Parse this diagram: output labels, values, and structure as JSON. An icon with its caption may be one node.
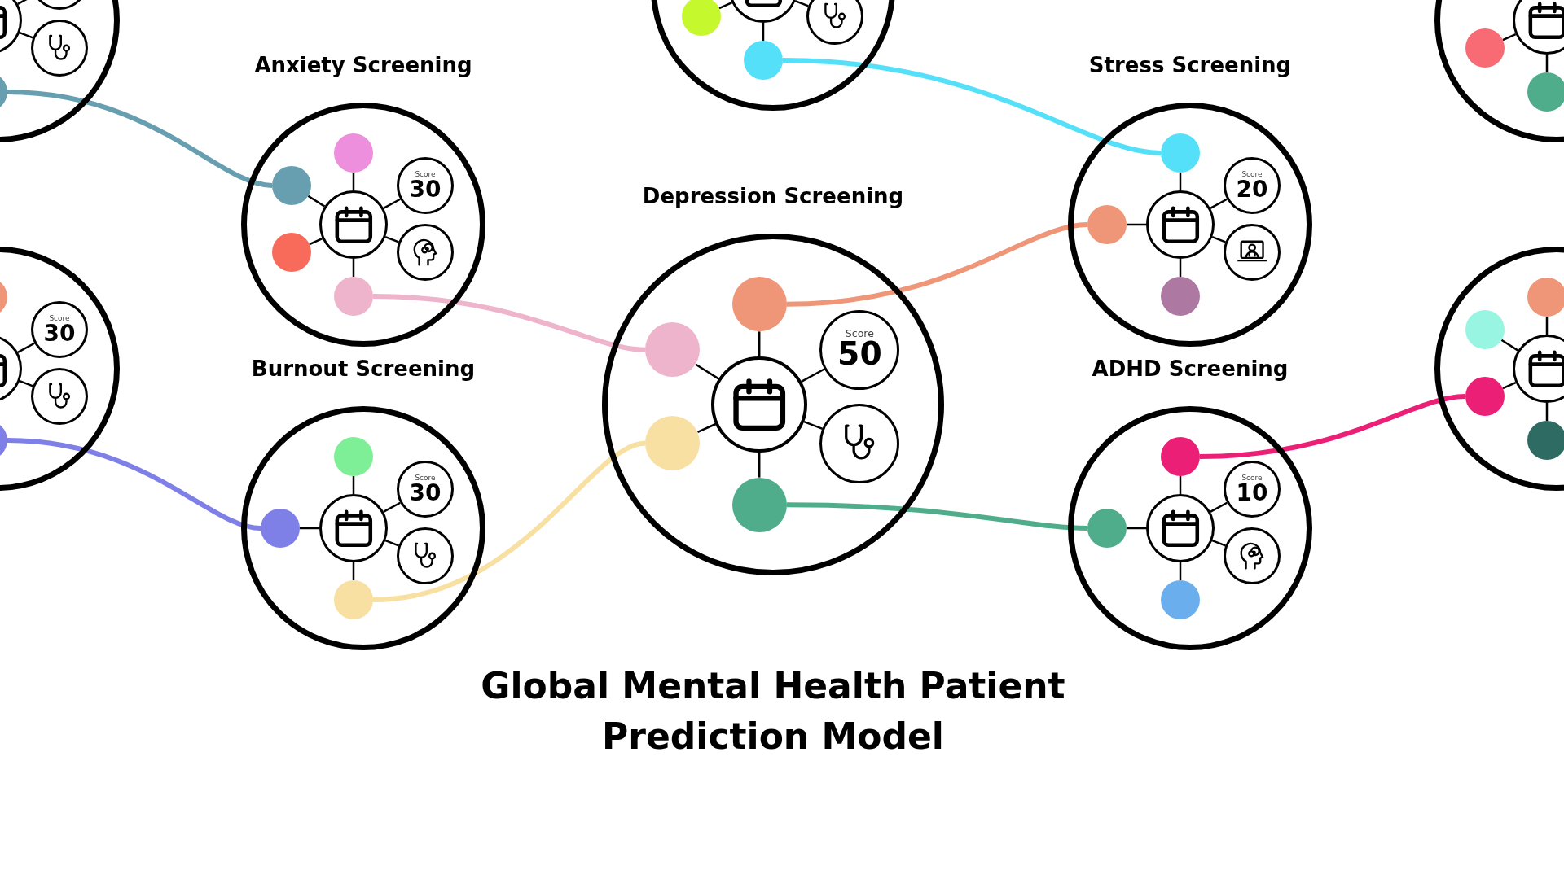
{
  "diagram": {
    "title": "Global Mental Health Patient Prediction Model",
    "nodes": [
      {
        "text": [],
        "shape": "circle"
      },
      {
        "text": [],
        "shape": "circle",
        "in": 0
      },
      {
        "text": [],
        "shape": "circle",
        "in": 0
      },
      {
        "text": [],
        "shape": "circle",
        "in": 0
      },
      {
        "text": [],
        "shape": "circle",
        "in": 0
      },
      {
        "text": [
          "Anxiety Screening"
        ]
      },
      {
        "text": [],
        "shape": "circle",
        "in": 5
      },
      {
        "text": [],
        "shape": "circle",
        "in": 5
      },
      {
        "text": [],
        "shape": "circle",
        "in": 5
      },
      {
        "text": [],
        "shape": "circle",
        "in": 5
      },
      {
        "text": [],
        "shape": "circle",
        "in": 5
      },
      {
        "text": [
          "Score",
          "30"
        ],
        "in": 5
      },
      {
        "text": [],
        "shape": "circle",
        "in": 5
      },
      {
        "text": [],
        "shape": "circle"
      },
      {
        "text": [],
        "shape": "circle",
        "in": 13
      },
      {
        "text": [],
        "shape": "circle",
        "in": 13
      },
      {
        "text": [
          "Score",
          "30"
        ],
        "in": 13
      },
      {
        "text": [],
        "shape": "circle",
        "in": 13
      },
      {
        "text": [],
        "shape": "circle",
        "in": 13
      },
      {
        "text": [
          "Burnout Screening"
        ]
      },
      {
        "text": [],
        "shape": "circle",
        "in": 19
      },
      {
        "text": [],
        "shape": "circle",
        "in": 19
      },
      {
        "text": [],
        "shape": "circle",
        "in": 19
      },
      {
        "text": [],
        "shape": "circle",
        "in": 19
      },
      {
        "text": [
          "Score",
          "30"
        ],
        "in": 19
      },
      {
        "text": [],
        "shape": "circle",
        "in": 19
      },
      {
        "text": [],
        "shape": "circle"
      },
      {
        "text": [],
        "shape": "circle",
        "in": 26
      },
      {
        "text": [],
        "shape": "circle",
        "in": 26
      },
      {
        "text": [],
        "shape": "circle",
        "in": 26
      },
      {
        "text": [],
        "shape": "circle",
        "in": 26
      },
      {
        "text": [
          "Depression Screening"
        ]
      },
      {
        "text": [],
        "shape": "circle",
        "in": 31
      },
      {
        "text": [],
        "shape": "circle",
        "in": 31
      },
      {
        "text": [],
        "shape": "circle",
        "in": 31
      },
      {
        "text": [],
        "shape": "circle",
        "in": 31
      },
      {
        "text": [],
        "shape": "circle",
        "in": 31
      },
      {
        "text": [
          "Score",
          "50"
        ],
        "in": 31
      },
      {
        "text": [],
        "shape": "circle",
        "in": 31
      },
      {
        "text": [
          "Stress Screening"
        ]
      },
      {
        "text": [],
        "shape": "circle",
        "in": 39
      },
      {
        "text": [],
        "shape": "circle",
        "in": 39
      },
      {
        "text": [],
        "shape": "circle",
        "in": 39
      },
      {
        "text": [],
        "shape": "circle",
        "in": 39
      },
      {
        "text": [
          "Score",
          "20"
        ],
        "in": 39
      },
      {
        "text": [],
        "shape": "circle",
        "in": 39
      },
      {
        "text": [
          "ADHD Screening"
        ]
      },
      {
        "text": [],
        "shape": "circle",
        "in": 46
      },
      {
        "text": [],
        "shape": "circle",
        "in": 46
      },
      {
        "text": [],
        "shape": "circle",
        "in": 46
      },
      {
        "text": [],
        "shape": "circle",
        "in": 46
      },
      {
        "text": [
          "Score",
          "10"
        ],
        "in": 46
      },
      {
        "text": [],
        "shape": "circle",
        "in": 46
      },
      {
        "text": [],
        "shape": "circle"
      },
      {
        "text": [],
        "shape": "circle",
        "in": 53
      },
      {
        "text": [],
        "shape": "circle",
        "in": 53
      },
      {
        "text": [],
        "shape": "circle",
        "in": 53
      },
      {
        "text": [],
        "shape": "circle"
      },
      {
        "text": [],
        "shape": "circle",
        "in": 57
      },
      {
        "text": [],
        "shape": "circle",
        "in": 57
      },
      {
        "text": [],
        "shape": "circle",
        "in": 57
      },
      {
        "text": [],
        "shape": "circle",
        "in": 57
      },
      {
        "text": [],
        "shape": "circle",
        "in": 57
      }
    ],
    "edges": [
      {
        "from": 1,
        "to": 2,
        "arrow": "none"
      },
      {
        "from": 1,
        "to": 3,
        "arrow": "none"
      },
      {
        "from": 6,
        "to": 7,
        "arrow": "none"
      },
      {
        "from": 6,
        "to": 8,
        "arrow": "none"
      },
      {
        "from": 6,
        "to": 9,
        "arrow": "none"
      },
      {
        "from": 6,
        "to": 10,
        "arrow": "none"
      },
      {
        "from": 6,
        "to": 11,
        "arrow": "none"
      },
      {
        "from": 6,
        "to": 12,
        "arrow": "none"
      },
      {
        "from": 14,
        "to": 16,
        "arrow": "none"
      },
      {
        "from": 14,
        "to": 17,
        "arrow": "none"
      },
      {
        "from": 20,
        "to": 21,
        "arrow": "none"
      },
      {
        "from": 20,
        "to": 22,
        "arrow": "none"
      },
      {
        "from": 20,
        "to": 23,
        "arrow": "none"
      },
      {
        "from": 20,
        "to": 24,
        "arrow": "none"
      },
      {
        "from": 20,
        "to": 25,
        "arrow": "none"
      },
      {
        "from": 27,
        "to": 28,
        "arrow": "none"
      },
      {
        "from": 27,
        "to": 29,
        "arrow": "none"
      },
      {
        "from": 27,
        "to": 30,
        "arrow": "none"
      },
      {
        "from": 32,
        "to": 33,
        "arrow": "none"
      },
      {
        "from": 32,
        "to": 34,
        "arrow": "none"
      },
      {
        "from": 32,
        "to": 35,
        "arrow": "none"
      },
      {
        "from": 32,
        "to": 36,
        "arrow": "none"
      },
      {
        "from": 32,
        "to": 37,
        "arrow": "none"
      },
      {
        "from": 32,
        "to": 38,
        "arrow": "none"
      },
      {
        "from": 40,
        "to": 41,
        "arrow": "none"
      },
      {
        "from": 40,
        "to": 42,
        "arrow": "none"
      },
      {
        "from": 40,
        "to": 43,
        "arrow": "none"
      },
      {
        "from": 40,
        "to": 44,
        "arrow": "none"
      },
      {
        "from": 40,
        "to": 45,
        "arrow": "none"
      },
      {
        "from": 47,
        "to": 48,
        "arrow": "none"
      },
      {
        "from": 47,
        "to": 49,
        "arrow": "none"
      },
      {
        "from": 47,
        "to": 50,
        "arrow": "none"
      },
      {
        "from": 47,
        "to": 51,
        "arrow": "none"
      },
      {
        "from": 47,
        "to": 52,
        "arrow": "none"
      },
      {
        "from": 54,
        "to": 55,
        "arrow": "none"
      },
      {
        "from": 54,
        "to": 56,
        "arrow": "none"
      },
      {
        "from": 58,
        "to": 59,
        "arrow": "none"
      },
      {
        "from": 58,
        "to": 60,
        "arrow": "none"
      },
      {
        "from": 58,
        "to": 61,
        "arrow": "none"
      },
      {
        "from": 58,
        "to": 62,
        "arrow": "none"
      },
      {
        "from": 4,
        "to": 8,
        "arrow": "none",
        "style": "thick",
        "color": "#679fb0"
      },
      {
        "from": 10,
        "to": 34,
        "arrow": "none",
        "style": "thick",
        "color": "#eeb4cc"
      },
      {
        "from": 18,
        "to": 22,
        "arrow": "none",
        "style": "thick",
        "color": "#7f7fe8"
      },
      {
        "from": 23,
        "to": 35,
        "arrow": "none",
        "style": "thick",
        "color": "#f8e0a2"
      },
      {
        "from": 29,
        "to": 41,
        "arrow": "none",
        "style": "thick",
        "color": "#55e0fa"
      },
      {
        "from": 33,
        "to": 42,
        "arrow": "none",
        "style": "thick",
        "color": "#ee9677"
      },
      {
        "from": 36,
        "to": 49,
        "arrow": "none",
        "style": "thick",
        "color": "#4fad8b"
      },
      {
        "from": 48,
        "to": 61,
        "arrow": "none",
        "style": "thick",
        "color": "#ec1f76"
      }
    ]
  }
}
